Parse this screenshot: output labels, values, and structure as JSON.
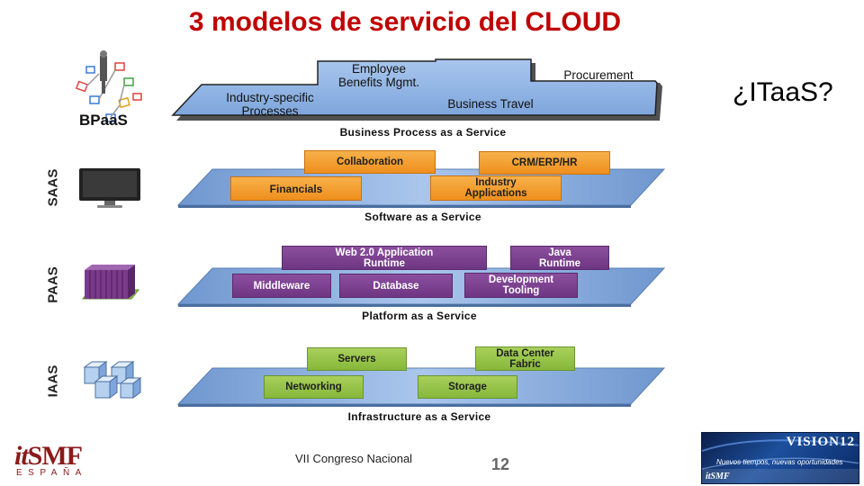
{
  "title": "3 modelos de servicio del CLOUD",
  "aside_question": "¿ITaaS?",
  "bpaas": {
    "icon_label": "BPaaS",
    "layer_label": "Business Process as a Service",
    "items": {
      "industry_specific": "Industry-specific\nProcesses",
      "employee_benefits": "Employee\nBenefits Mgmt.",
      "business_travel": "Business Travel",
      "procurement": "Procurement"
    }
  },
  "saas": {
    "side_label": "SAAS",
    "layer_label": "Software as a Service",
    "items": {
      "collaboration": "Collaboration",
      "crm": "CRM/ERP/HR",
      "financials": "Financials",
      "industry_apps": "Industry\nApplications"
    }
  },
  "paas": {
    "side_label": "PAAS",
    "layer_label": "Platform as a Service",
    "items": {
      "web20": "Web 2.0 Application\nRuntime",
      "java": "Java\nRuntime",
      "middleware": "Middleware",
      "database": "Database",
      "dev_tooling": "Development\nTooling"
    }
  },
  "iaas": {
    "side_label": "IAAS",
    "layer_label": "Infrastructure as a Service",
    "items": {
      "servers": "Servers",
      "datacenter": "Data Center\nFabric",
      "networking": "Networking",
      "storage": "Storage"
    }
  },
  "footer": {
    "congreso": "VII Congreso Nacional",
    "page_number": "12",
    "logo_main_it": "it",
    "logo_main_smf": "SMF",
    "logo_sub": "ESPAÑA",
    "banner_title": "VISION12",
    "banner_slogan": "Nuevos tiempos, nuevas oportunidades",
    "banner_logo": "itSMF"
  },
  "colors": {
    "title": "#c00000",
    "platform_fill": "#7ea6dc",
    "saas_box": "#f4a235",
    "paas_box": "#7b3f8f",
    "iaas_box": "#98c44a"
  }
}
